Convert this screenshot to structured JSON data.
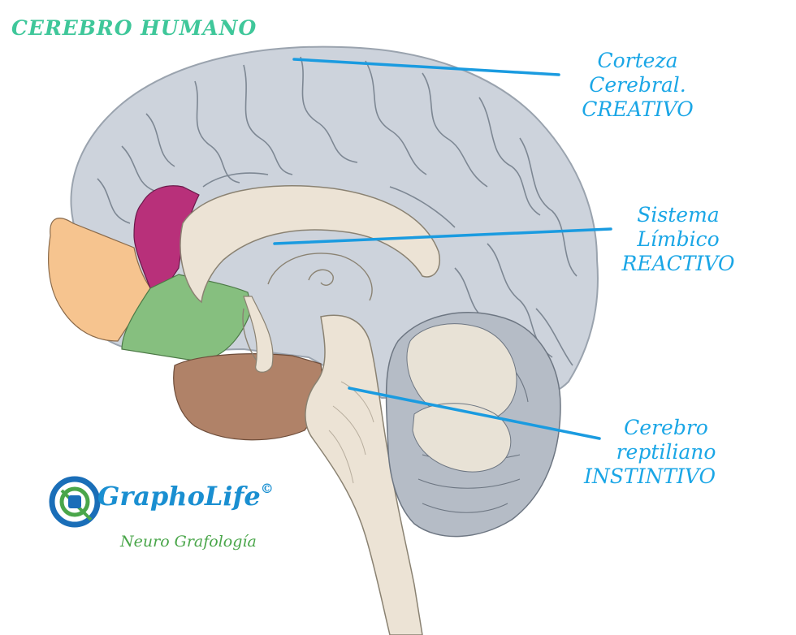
{
  "title": "CEREBRO HUMANO",
  "labels": {
    "corteza": [
      "Corteza",
      "Cerebral.",
      "CREATIVO"
    ],
    "limbico": [
      "Sistema",
      "Límbico",
      "REACTIVO"
    ],
    "reptiliano": [
      "Cerebro",
      "reptiliano",
      "INSTINTIVO"
    ]
  },
  "brand": {
    "name": "GraphoLife",
    "registered": "©",
    "tagline": "Neuro Grafología"
  },
  "colors": {
    "title": "#3fc79a",
    "label": "#1aa6e6",
    "pointer_line": "#1a9be0",
    "cortex": "#cdd3dc",
    "corpus_callosum": "#ece3d5",
    "frontal_pink": "#b8307a",
    "frontal_orange": "#f6c48f",
    "frontal_green": "#86bf7f",
    "temporal_brown": "#b08268",
    "cerebellum": "#b5bcc6"
  }
}
